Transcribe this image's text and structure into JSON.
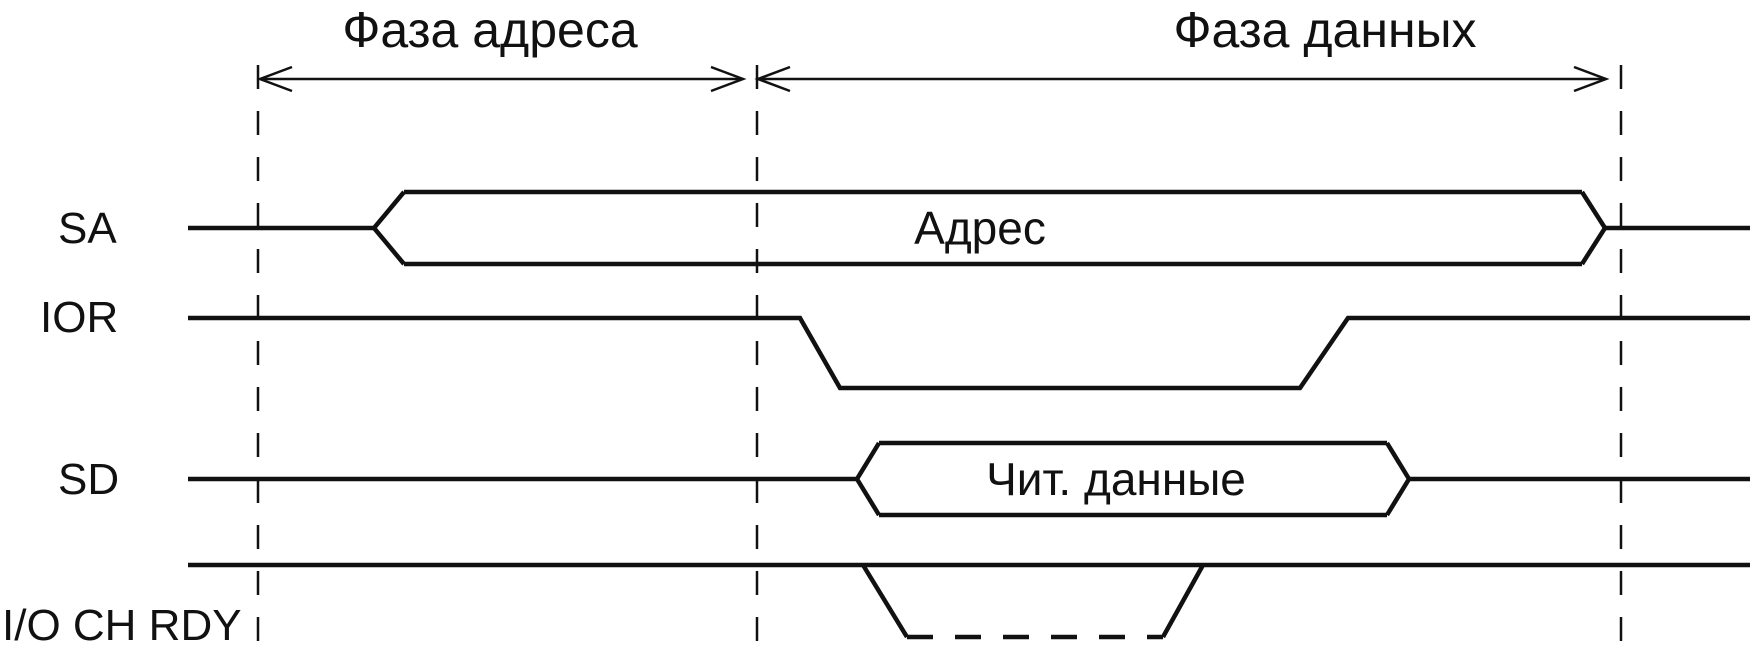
{
  "phases": {
    "address": "Фаза адреса",
    "data": "Фаза данных"
  },
  "signals": {
    "sa": "SA",
    "ior": "IOR",
    "sd": "SD",
    "iochrdy": "I/O CH RDY"
  },
  "bus_values": {
    "sa": "Адрес",
    "sd": "Чит. данные"
  },
  "colors": {
    "ink": "#111111",
    "background": "#ffffff"
  }
}
